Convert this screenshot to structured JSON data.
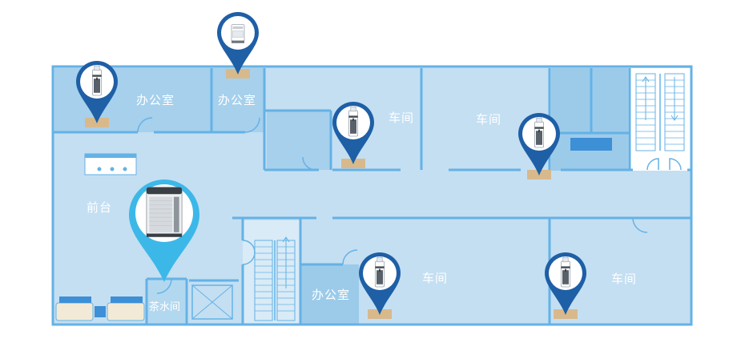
{
  "colors": {
    "floor": "#c4dff2",
    "room_dark": "#9ccbea",
    "wall": "#64b2e6",
    "pin_dark": "#1e5fa6",
    "pin_light": "#3cb8e8",
    "base": "#d8b98c"
  },
  "rooms": {
    "office_top_left": "办公室",
    "office_top_middle": "办公室",
    "workshop_1": "车间",
    "workshop_2": "车间",
    "reception": "前台",
    "tea_room": "茶水间",
    "office_bottom": "办公室",
    "workshop_3": "车间",
    "workshop_4": "车间"
  },
  "device_markers": [
    {
      "device": "water-dispenser",
      "style": "dark"
    },
    {
      "device": "water-purifier",
      "style": "dark"
    },
    {
      "device": "water-dispenser",
      "style": "dark"
    },
    {
      "device": "water-dispenser",
      "style": "dark"
    },
    {
      "device": "water-dispenser",
      "style": "dark"
    },
    {
      "device": "water-dispenser",
      "style": "dark"
    },
    {
      "device": "air-purifier",
      "style": "highlight"
    }
  ]
}
